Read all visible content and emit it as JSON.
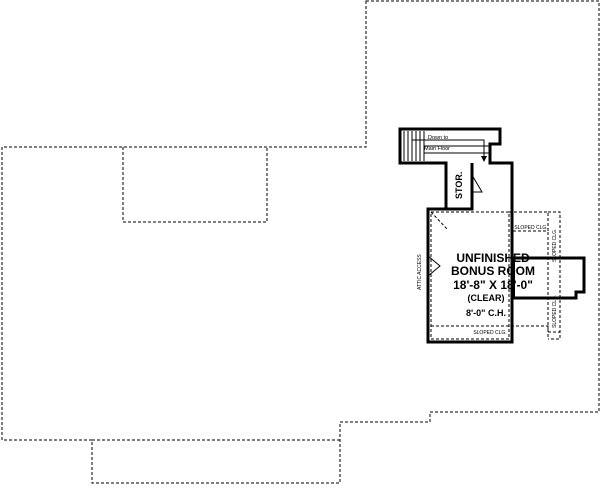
{
  "rooms": {
    "bonus_name_line1": "UNFINISHED",
    "bonus_name_line2": "BONUS ROOM",
    "bonus_dimensions": "18'-8\" X 18'-0\"",
    "bonus_clear": "(CLEAR)",
    "bonus_ceiling": "8'-0\" C.H.",
    "storage": "STOR.",
    "attic_access": "ATTIC ACCESS",
    "stairs_line1": "Down to",
    "stairs_line2": "Main Floor",
    "sloped_clg": "SLOPED CLG."
  }
}
